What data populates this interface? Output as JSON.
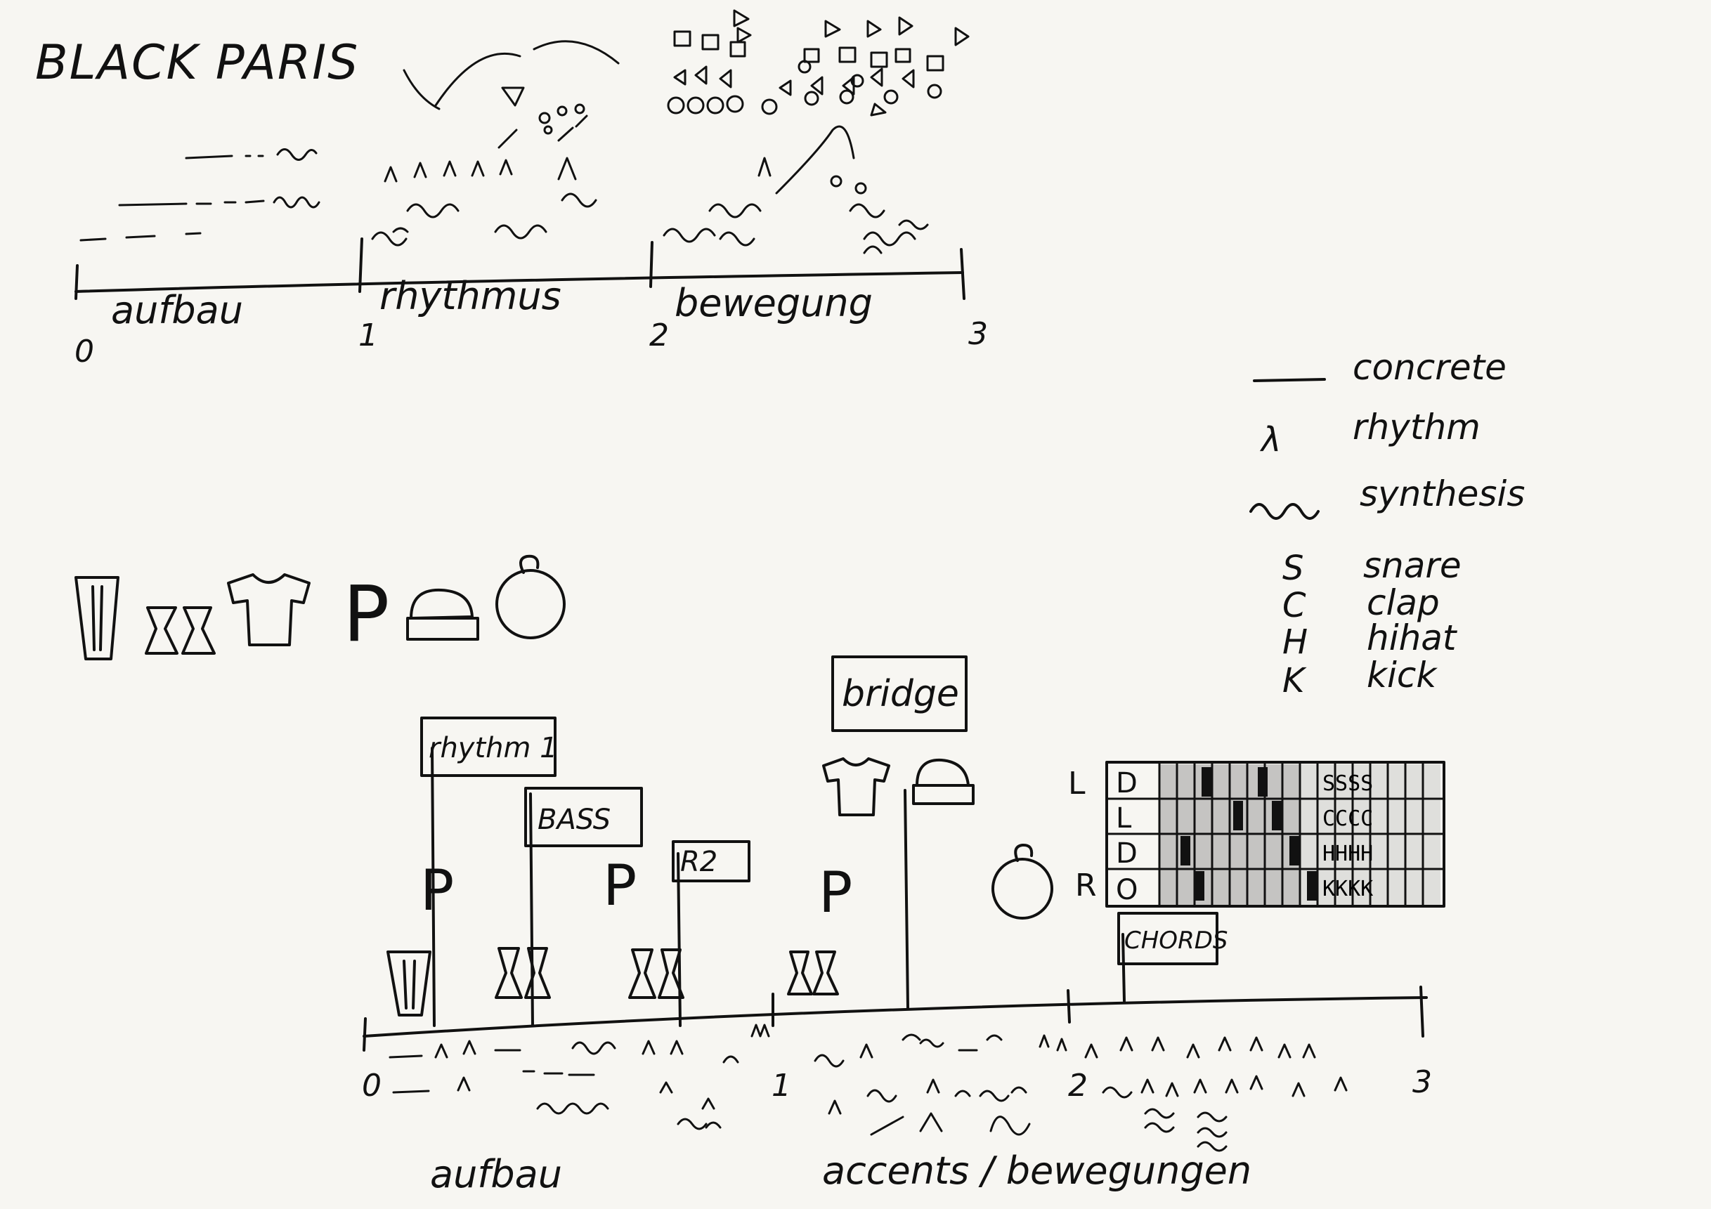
{
  "title": "BLACK PARIS",
  "top_timeline": {
    "sections": [
      "aufbau",
      "rhythmus",
      "bewegung"
    ],
    "ticks": [
      "0",
      "1",
      "2",
      "3"
    ]
  },
  "legend": [
    {
      "symbol": "—",
      "name": "concrete"
    },
    {
      "symbol": "λ",
      "name": "rhythm"
    },
    {
      "symbol": "〰",
      "name": "synthesis"
    },
    {
      "symbol": "S",
      "name": "snare"
    },
    {
      "symbol": "C",
      "name": "clap"
    },
    {
      "symbol": "H",
      "name": "hihat"
    },
    {
      "symbol": "K",
      "name": "kick"
    }
  ],
  "bottom_timeline": {
    "flags": [
      "rhythm 1",
      "BASS",
      "R2",
      "bridge",
      "CHORDS"
    ],
    "p_marks": [
      "P",
      "P",
      "P"
    ],
    "ticks": [
      "0",
      "1",
      "2",
      "3"
    ],
    "sections": [
      "aufbau",
      "accents / bewegungen"
    ]
  },
  "grid": {
    "left_label": "L",
    "right_label": "R",
    "row_keys": [
      "D",
      "L",
      "D",
      "O"
    ],
    "row_hits": [
      "SSSS",
      "CCCC",
      "HHHH",
      "KKKK"
    ]
  },
  "colors": {
    "ink": "#111111",
    "paper": "#f7f6f2"
  }
}
